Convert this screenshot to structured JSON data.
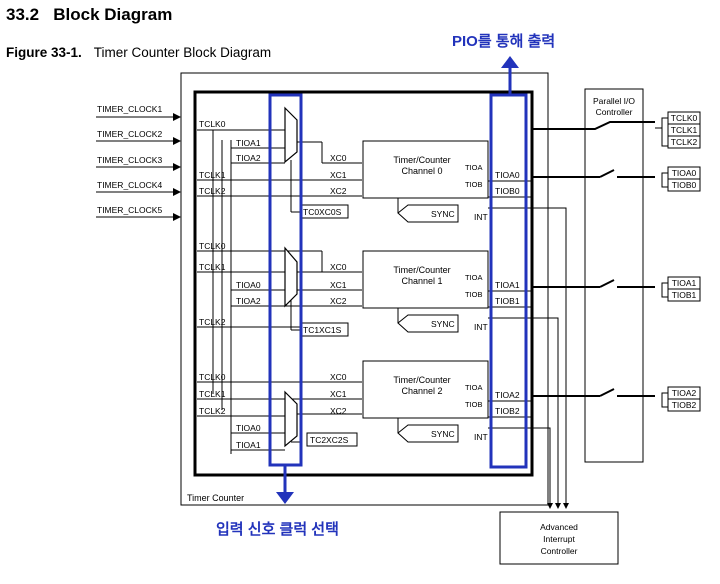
{
  "section": {
    "number": "33.2",
    "title": "Block Diagram"
  },
  "figure": {
    "label": "Figure 33-1.",
    "title": "Timer Counter Block Diagram"
  },
  "annotations": {
    "pio_output": "PIO를 통해 출력",
    "input_clock_select": "입력 신호 클럭 선택",
    "accent_color": "#2233bb"
  },
  "clocks": [
    "TIMER_CLOCK1",
    "TIMER_CLOCK2",
    "TIMER_CLOCK3",
    "TIMER_CLOCK4",
    "TIMER_CLOCK5"
  ],
  "labels": {
    "tclk0": "TCLK0",
    "tclk1": "TCLK1",
    "tclk2": "TCLK2",
    "tioa0": "TIOA0",
    "tioa1": "TIOA1",
    "tioa2": "TIOA2",
    "tiob0": "TIOB0",
    "tiob1": "TIOB1",
    "tiob2": "TIOB2",
    "xc0": "XC0",
    "xc1": "XC1",
    "xc2": "XC2",
    "tioa": "TIOA",
    "tiob": "TIOB",
    "sync": "SYNC",
    "int": "INT"
  },
  "channels": [
    {
      "name": "Timer/Counter Channel 0",
      "select": "TC0XC0S"
    },
    {
      "name": "Timer/Counter Channel 1",
      "select": "TC1XC1S"
    },
    {
      "name": "Timer/Counter Channel 2",
      "select": "TC2XC2S"
    }
  ],
  "blocks": {
    "timer_counter": "Timer Counter",
    "pio": "Parallel I/O Controller",
    "aic": "Advanced Interrupt Controller"
  }
}
